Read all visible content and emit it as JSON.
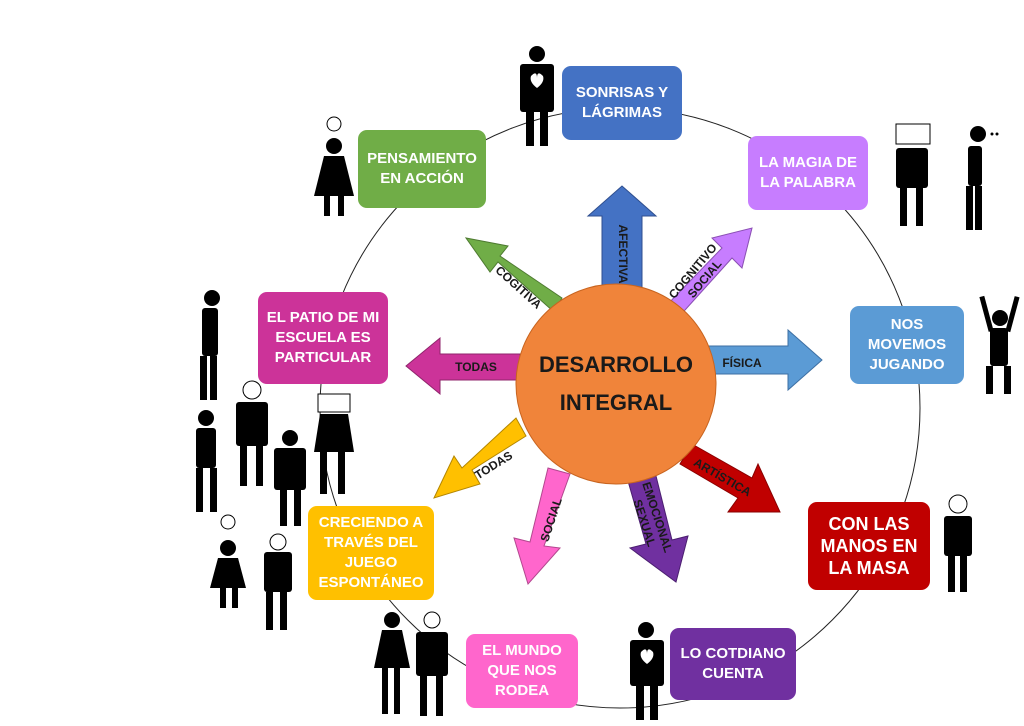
{
  "center": {
    "label": "DESARROLLO\nINTEGRAL",
    "color": "#f0843a"
  },
  "arrows": [
    {
      "label": "AFECTIVA",
      "color": "#4472c4"
    },
    {
      "label": "COGNITIVO\nSOCIAL",
      "color": "#c77dff"
    },
    {
      "label": "FÍSICA",
      "color": "#5b9bd5"
    },
    {
      "label": "ARTÍSTICA",
      "color": "#c00000"
    },
    {
      "label": "EMOCIONAL\nSEXUAL",
      "color": "#7030a0"
    },
    {
      "label": "SOCIAL",
      "color": "#ff66cc"
    },
    {
      "label": "TODAS",
      "color": "#ffc000"
    },
    {
      "label": "TODAS",
      "color": "#cc3399"
    },
    {
      "label": "COGITIVA",
      "color": "#70ad47"
    }
  ],
  "boxes": [
    {
      "label": "SONRISAS Y\nLÁGRIMAS",
      "color": "#4472c4"
    },
    {
      "label": "LA MAGIA DE\nLA PALABRA",
      "color": "#c77dff"
    },
    {
      "label": "NOS\nMOVEMOS\nJUGANDO",
      "color": "#5b9bd5"
    },
    {
      "label": "CON LAS\nMANOS EN\nLA MASA",
      "color": "#c00000"
    },
    {
      "label": "LO COTDIANO\nCUENTA",
      "color": "#7030a0"
    },
    {
      "label": "EL MUNDO\nQUE NOS\nRODEA",
      "color": "#ff66cc"
    },
    {
      "label": "CRECIENDO A\nTRAVÉS DEL\nJUEGO\nESPONTÁNEO",
      "color": "#ffc000"
    },
    {
      "label": "EL PATIO DE MI\nESCUELA ES\nPARTICULAR",
      "color": "#cc3399"
    },
    {
      "label": "PENSAMIENTO\nEN ACCIÓN",
      "color": "#70ad47"
    }
  ]
}
